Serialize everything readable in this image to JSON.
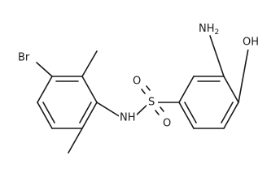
{
  "atoms": {
    "br": "Br",
    "nh": "NH",
    "s": "S",
    "o_top": "O",
    "o_bottom": "O",
    "nh2": "NH2",
    "nh2_main": "NH",
    "nh2_sub": "2",
    "oh": "OH"
  }
}
